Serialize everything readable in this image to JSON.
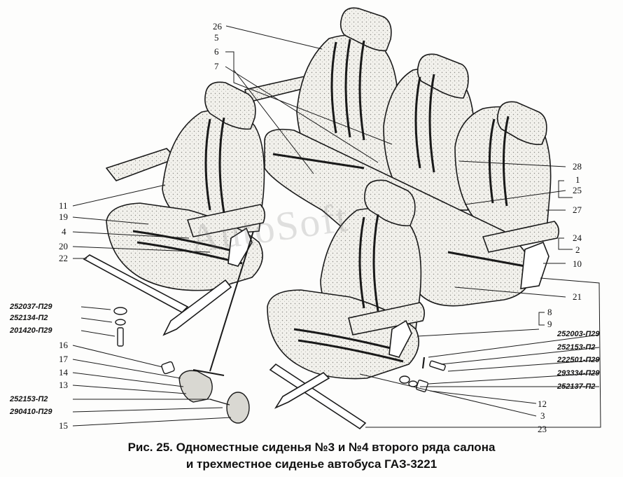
{
  "caption": {
    "line1": "Рис. 25. Одноместные сиденья №3 и №4 второго ряда салона",
    "line2": "и трехместное сиденье автобуса ГАЗ-3221"
  },
  "watermark": "AutoSoft",
  "callouts_left": [
    "26",
    "5",
    "6",
    "7",
    "11",
    "19",
    "4",
    "20",
    "22",
    "16",
    "17",
    "14",
    "13",
    "15"
  ],
  "callouts_right": [
    "28",
    "1",
    "25",
    "27",
    "24",
    "2",
    "10",
    "21",
    "8",
    "9",
    "12",
    "3",
    "23"
  ],
  "part_numbers_left": [
    "252037-П29",
    "252134-П2",
    "201420-П29",
    "252153-П2",
    "290410-П29"
  ],
  "part_numbers_right": [
    "252003-П29",
    "252153-П2",
    "222501-П29",
    "293334-П29",
    "252137-П2"
  ],
  "colors": {
    "ink": "#1a1a1a",
    "paper": "#fdfdfc",
    "upholstery": "#efeee9"
  }
}
